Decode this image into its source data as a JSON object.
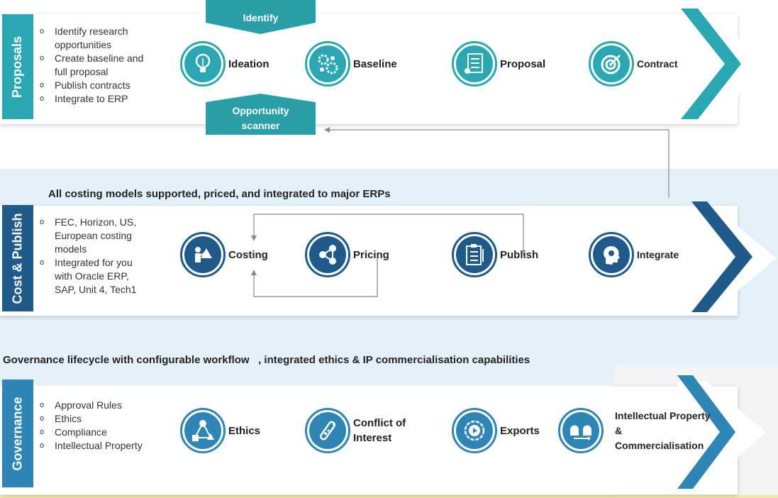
{
  "colors": {
    "teal": "#2aa7b2",
    "teal_dark": "#2a9fa8",
    "navy": "#1f5a8a",
    "blue_mid": "#2f86b6",
    "light_band": "#e4f1fa"
  },
  "proposals": {
    "tag": "Proposals",
    "bullets": [
      "Identify research opportunities",
      "Create baseline and full proposal",
      "Publish contracts",
      "Integrate to ERP"
    ],
    "identify": "Identify",
    "scanner": "Opportunity scanner",
    "steps": [
      {
        "label": "Ideation",
        "icon": "lightbulb-icon"
      },
      {
        "label": "Baseline",
        "icon": "gears-icon"
      },
      {
        "label": "Proposal",
        "icon": "checklist-icon"
      },
      {
        "label": "Contract",
        "icon": "target-icon"
      }
    ]
  },
  "cost": {
    "heading": "All costing models supported, priced, and integrated to major ERPs",
    "tag": "Cost & Publish",
    "bullets": [
      "FEC, Horizon, US, European costing models",
      "Integrated for you with Oracle ERP, SAP, Unit 4, Tech1"
    ],
    "steps": [
      {
        "label": "Costing",
        "icon": "presenter-icon"
      },
      {
        "label": "Pricing",
        "icon": "network-icon"
      },
      {
        "label": "Publish",
        "icon": "clipboard-icon"
      },
      {
        "label": "Integrate",
        "icon": "head-icon"
      }
    ]
  },
  "governance": {
    "heading": "Governance lifecycle with configurable workflow   , integrated ethics & IP commercialisation capabilities",
    "tag": "Governance",
    "bullets": [
      "Approval Rules",
      "Ethics",
      "Compliance",
      "Intellectual Property"
    ],
    "steps": [
      {
        "label": "Ethics",
        "icon": "triangle-nodes-icon"
      },
      {
        "label": "Conflict of Interest",
        "icon": "test-tube-icon"
      },
      {
        "label": "Exports",
        "icon": "play-icon"
      },
      {
        "label": "Intellectual Property & Commercialisation",
        "icon": "brains-icon"
      }
    ]
  }
}
